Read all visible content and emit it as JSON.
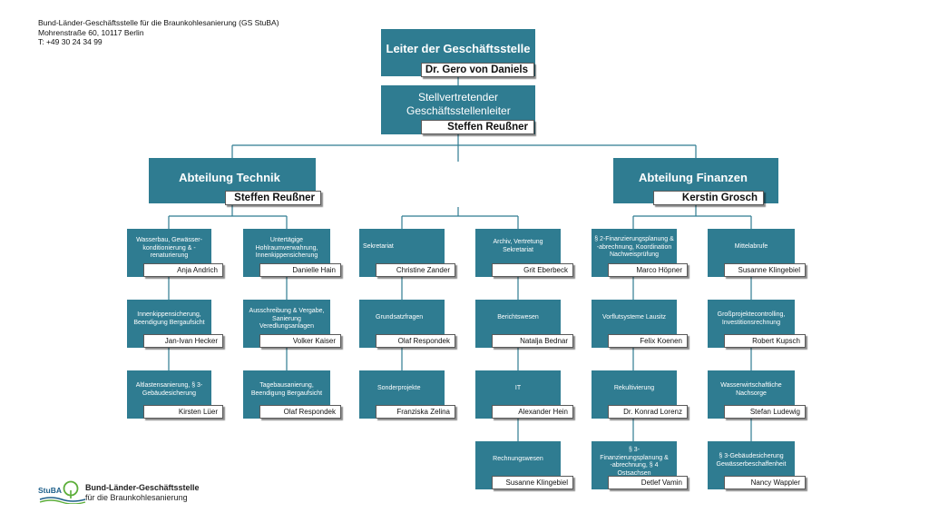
{
  "header": {
    "line1": "Bund-Länder-Geschäftsstelle für die Braunkohlesanierung (GS StuBA)",
    "line2": "Mohrenstraße 60, 10117 Berlin",
    "line3": "T: +49 30 24 34 99"
  },
  "top": [
    {
      "title": "Leiter der Geschäftsstelle",
      "person": "Dr. Gero von Daniels"
    },
    {
      "title": "Stellvertretender Geschäftsstellenleiter",
      "person": "Steffen Reußner"
    }
  ],
  "departments": [
    {
      "title": "Abteilung Technik",
      "person": "Steffen Reußner"
    },
    {
      "title": "Abteilung Finanzen",
      "person": "Kerstin Grosch"
    }
  ],
  "columns": [
    [
      {
        "title": "Wasserbau, Gewässer-konditionierung & -renaturierung",
        "person": "Anja Andrich"
      },
      {
        "title": "Innenkippensicherung, Beendigung Bergaufsicht",
        "person": "Jan-Ivan Hecker"
      },
      {
        "title": "Altlastensanierung, § 3-Gebäudesicherung",
        "person": "Kirsten Lüer"
      }
    ],
    [
      {
        "title": "Untertägige Hohlraumverwahrung, Innenkippensicherung",
        "person": "Danielle Hain"
      },
      {
        "title": "Ausschreibung & Vergabe, Sanierung Veredlungsanlagen",
        "person": "Volker Kaiser"
      },
      {
        "title": "Tagebausanierung, Beendigung Bergaufsicht",
        "person": "Olaf Respondek"
      }
    ],
    [
      {
        "title": "Sekretariat",
        "person": "Christine Zander"
      },
      {
        "title": "Grundsatzfragen",
        "person": "Olaf Respondek"
      },
      {
        "title": "Sonderprojekte",
        "person": "Franziska Zelina"
      }
    ],
    [
      {
        "title": "Archiv, Vertretung Sekretariat",
        "person": "Grit Eberbeck"
      },
      {
        "title": "Berichtswesen",
        "person": "Natalja Bednar"
      },
      {
        "title": "IT",
        "person": "Alexander Hein"
      },
      {
        "title": "Rechnungswesen",
        "person": "Susanne Klingebiel"
      }
    ],
    [
      {
        "title": "§ 2-Finanzierungsplanung & -abrechnung, Koordination Nachweisprüfung",
        "person": "Marco Höpner"
      },
      {
        "title": "Vorflutsysteme Lausitz",
        "person": "Felix Koenen"
      },
      {
        "title": "Rekultivierung",
        "person": "Dr. Konrad Lorenz"
      },
      {
        "title": "§ 3-Finanzierungsplanung & -abrechnung, § 4 Ostsachsen",
        "person": "Detlef Vamin"
      }
    ],
    [
      {
        "title": "Mittelabrufe",
        "person": "Susanne Klingebiel"
      },
      {
        "title": "Großprojektecontrolling, Investitionsrechnung",
        "person": "Robert Kupsch"
      },
      {
        "title": "Wasserwirtschaftliche Nachsorge",
        "person": "Stefan Ludewig"
      },
      {
        "title": "§ 3-Gebäudesicherung Gewässerbeschaffenheit",
        "person": "Nancy Wappler"
      }
    ]
  ],
  "logo": {
    "abbr": "StuBA",
    "name1": "Bund-Länder-Geschäftsstelle",
    "name2": "für die Braunkohlesanierung"
  },
  "colors": {
    "box": "#2f7c91",
    "line": "#2f7c91"
  }
}
